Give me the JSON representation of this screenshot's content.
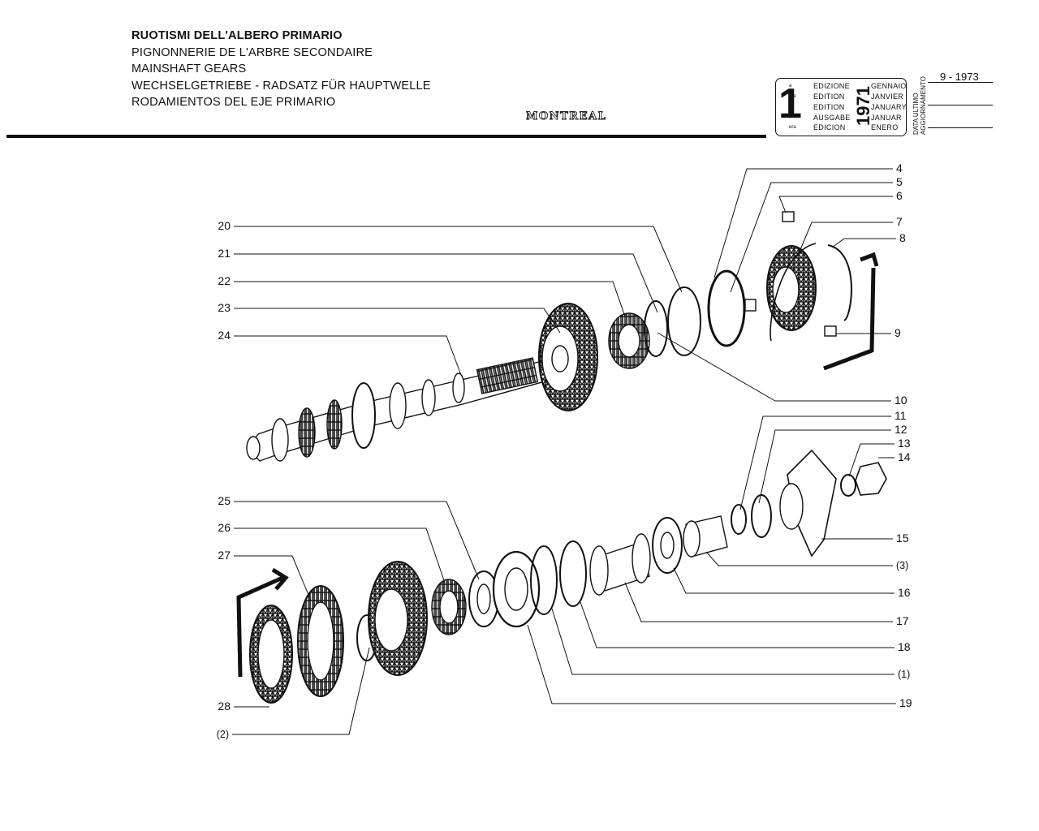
{
  "header": {
    "titles": [
      "RUOTISMI DELL'ALBERO PRIMARIO",
      "PIGNONNERIE DE L'ARBRE SECONDAIRE",
      "MAINSHAFT GEARS",
      "WECHSELGETRIEBE - RADSATZ FÜR HAUPTWELLE",
      "RODAMIENTOS DEL EJE PRIMARIO"
    ],
    "logo": "MONTREAL"
  },
  "edition_box": {
    "number": "1",
    "ordinals": [
      "a",
      "ere",
      "st",
      ".",
      "era"
    ],
    "edition_words": [
      "EDIZIONE",
      "EDITION",
      "EDITION",
      "AUSGABE",
      "EDICION"
    ],
    "months": [
      "GENNAIO",
      "JANVIER",
      "JANUARY",
      "JANUAR",
      "ENERO"
    ],
    "year": "1971"
  },
  "update": {
    "label_line1": "DATA ULTIMO",
    "label_line2": "AGGIORNAMENTO",
    "date": "9 - 1973"
  },
  "callouts": [
    "4",
    "5",
    "6",
    "7",
    "8",
    "9",
    "10",
    "11",
    "12",
    "13",
    "14",
    "15",
    "(3)",
    "16",
    "17",
    "18",
    "(1)",
    "19",
    "20",
    "21",
    "22",
    "23",
    "24",
    "25",
    "26",
    "27",
    "28",
    "(2)"
  ]
}
